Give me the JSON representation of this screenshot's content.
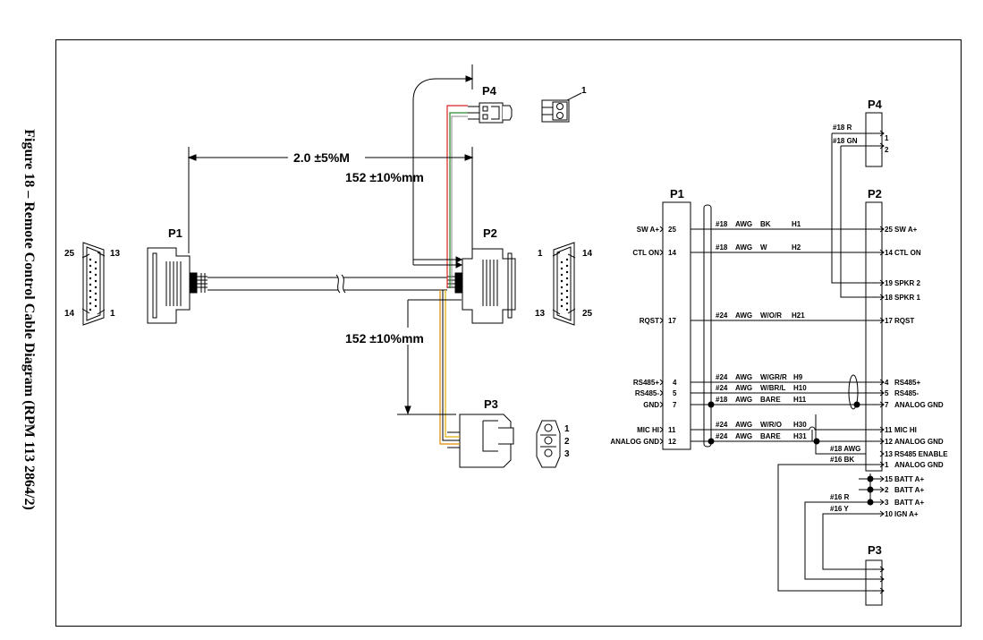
{
  "caption": "Figure 18 – Remote Control Cable Diagram (RPM 113 2864/2)",
  "cable": {
    "p1": "P1",
    "p2": "P2",
    "p3": "P3",
    "p4": "P4",
    "p1_pin_tl": "25",
    "p1_pin_tr": "13",
    "p1_pin_bl": "14",
    "p1_pin_br": "1",
    "p2_pin_tl": "1",
    "p2_pin_tr": "14",
    "p2_pin_bl": "13",
    "p2_pin_br": "25",
    "p4_pin": "1",
    "p3_pins": [
      "1",
      "2",
      "3"
    ],
    "dim_length": "2.0  ±5%M",
    "dim_p4": "152  ±10%mm",
    "dim_p3": "152  ±10%mm"
  },
  "schematic": {
    "p1": "P1",
    "p2": "P2",
    "p3": "P3",
    "p4": "P4",
    "left_labels": [
      {
        "name": "SW A+",
        "pin": "25"
      },
      {
        "name": "CTL ON",
        "pin": "14"
      },
      {
        "name": "RQST",
        "pin": "17"
      },
      {
        "name": "RS485+",
        "pin": "4"
      },
      {
        "name": "RS485-",
        "pin": "5"
      },
      {
        "name": "GND",
        "pin": "7"
      },
      {
        "name": "MIC HI",
        "pin": "11"
      },
      {
        "name": "ANALOG GND",
        "pin": "12"
      }
    ],
    "wires": [
      {
        "gauge": "#18",
        "awg": "AWG",
        "color": "BK",
        "id": "H1"
      },
      {
        "gauge": "#18",
        "awg": "AWG",
        "color": "W",
        "id": "H2"
      },
      {
        "gauge": "#24",
        "awg": "AWG",
        "color": "W/O/R",
        "id": "H21"
      },
      {
        "gauge": "#24",
        "awg": "AWG",
        "color": "W/GR/R",
        "id": "H9"
      },
      {
        "gauge": "#24",
        "awg": "AWG",
        "color": "W/BR/L",
        "id": "H10"
      },
      {
        "gauge": "#18",
        "awg": "AWG",
        "color": "BARE",
        "id": "H11"
      },
      {
        "gauge": "#24",
        "awg": "AWG",
        "color": "W/R/O",
        "id": "H30"
      },
      {
        "gauge": "#24",
        "awg": "AWG",
        "color": "BARE",
        "id": "H31"
      }
    ],
    "right_labels": [
      {
        "pin": "25",
        "name": "SW A+"
      },
      {
        "pin": "14",
        "name": "CTL ON"
      },
      {
        "pin": "19",
        "name": "SPKR 2"
      },
      {
        "pin": "18",
        "name": "SPKR 1"
      },
      {
        "pin": "17",
        "name": "RQST"
      },
      {
        "pin": "4",
        "name": "RS485+"
      },
      {
        "pin": "5",
        "name": "RS485-"
      },
      {
        "pin": "7",
        "name": "ANALOG GND"
      },
      {
        "pin": "11",
        "name": "MIC HI"
      },
      {
        "pin": "12",
        "name": "ANALOG GND"
      },
      {
        "pin": "13",
        "name": "RS485 ENABLE"
      },
      {
        "pin": "1",
        "name": "ANALOG GND"
      },
      {
        "pin": "15",
        "name": "BATT A+"
      },
      {
        "pin": "2",
        "name": "BATT A+"
      },
      {
        "pin": "3",
        "name": "BATT A+"
      },
      {
        "pin": "10",
        "name": "IGN A+"
      }
    ],
    "p4_wires": [
      {
        "label": "#18  R",
        "pin": "1"
      },
      {
        "label": "#18  GN",
        "pin": "2"
      }
    ],
    "extra_wires": {
      "w18awg": "#18  AWG",
      "w16bk": "#16  BK",
      "w16r": "#16  R",
      "w16y": "#16  Y"
    }
  }
}
